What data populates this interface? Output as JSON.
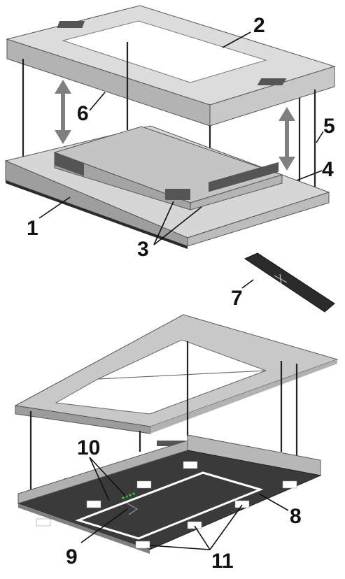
{
  "callouts": {
    "c1": "1",
    "c2": "2",
    "c3": "3",
    "c4": "4",
    "c5": "5",
    "c6": "6",
    "c7": "7",
    "c8": "8",
    "c9": "9",
    "c10": "10",
    "c11": "11"
  },
  "colors": {
    "frame_top": "#d9d9d9",
    "frame_side": "#bdbdbd",
    "frame_front": "#a9a9a9",
    "hood_panel": "#3b3b3b",
    "led_strip": "#ffffff",
    "arrow": "#808080",
    "led_indicator": "#2ecc40"
  }
}
